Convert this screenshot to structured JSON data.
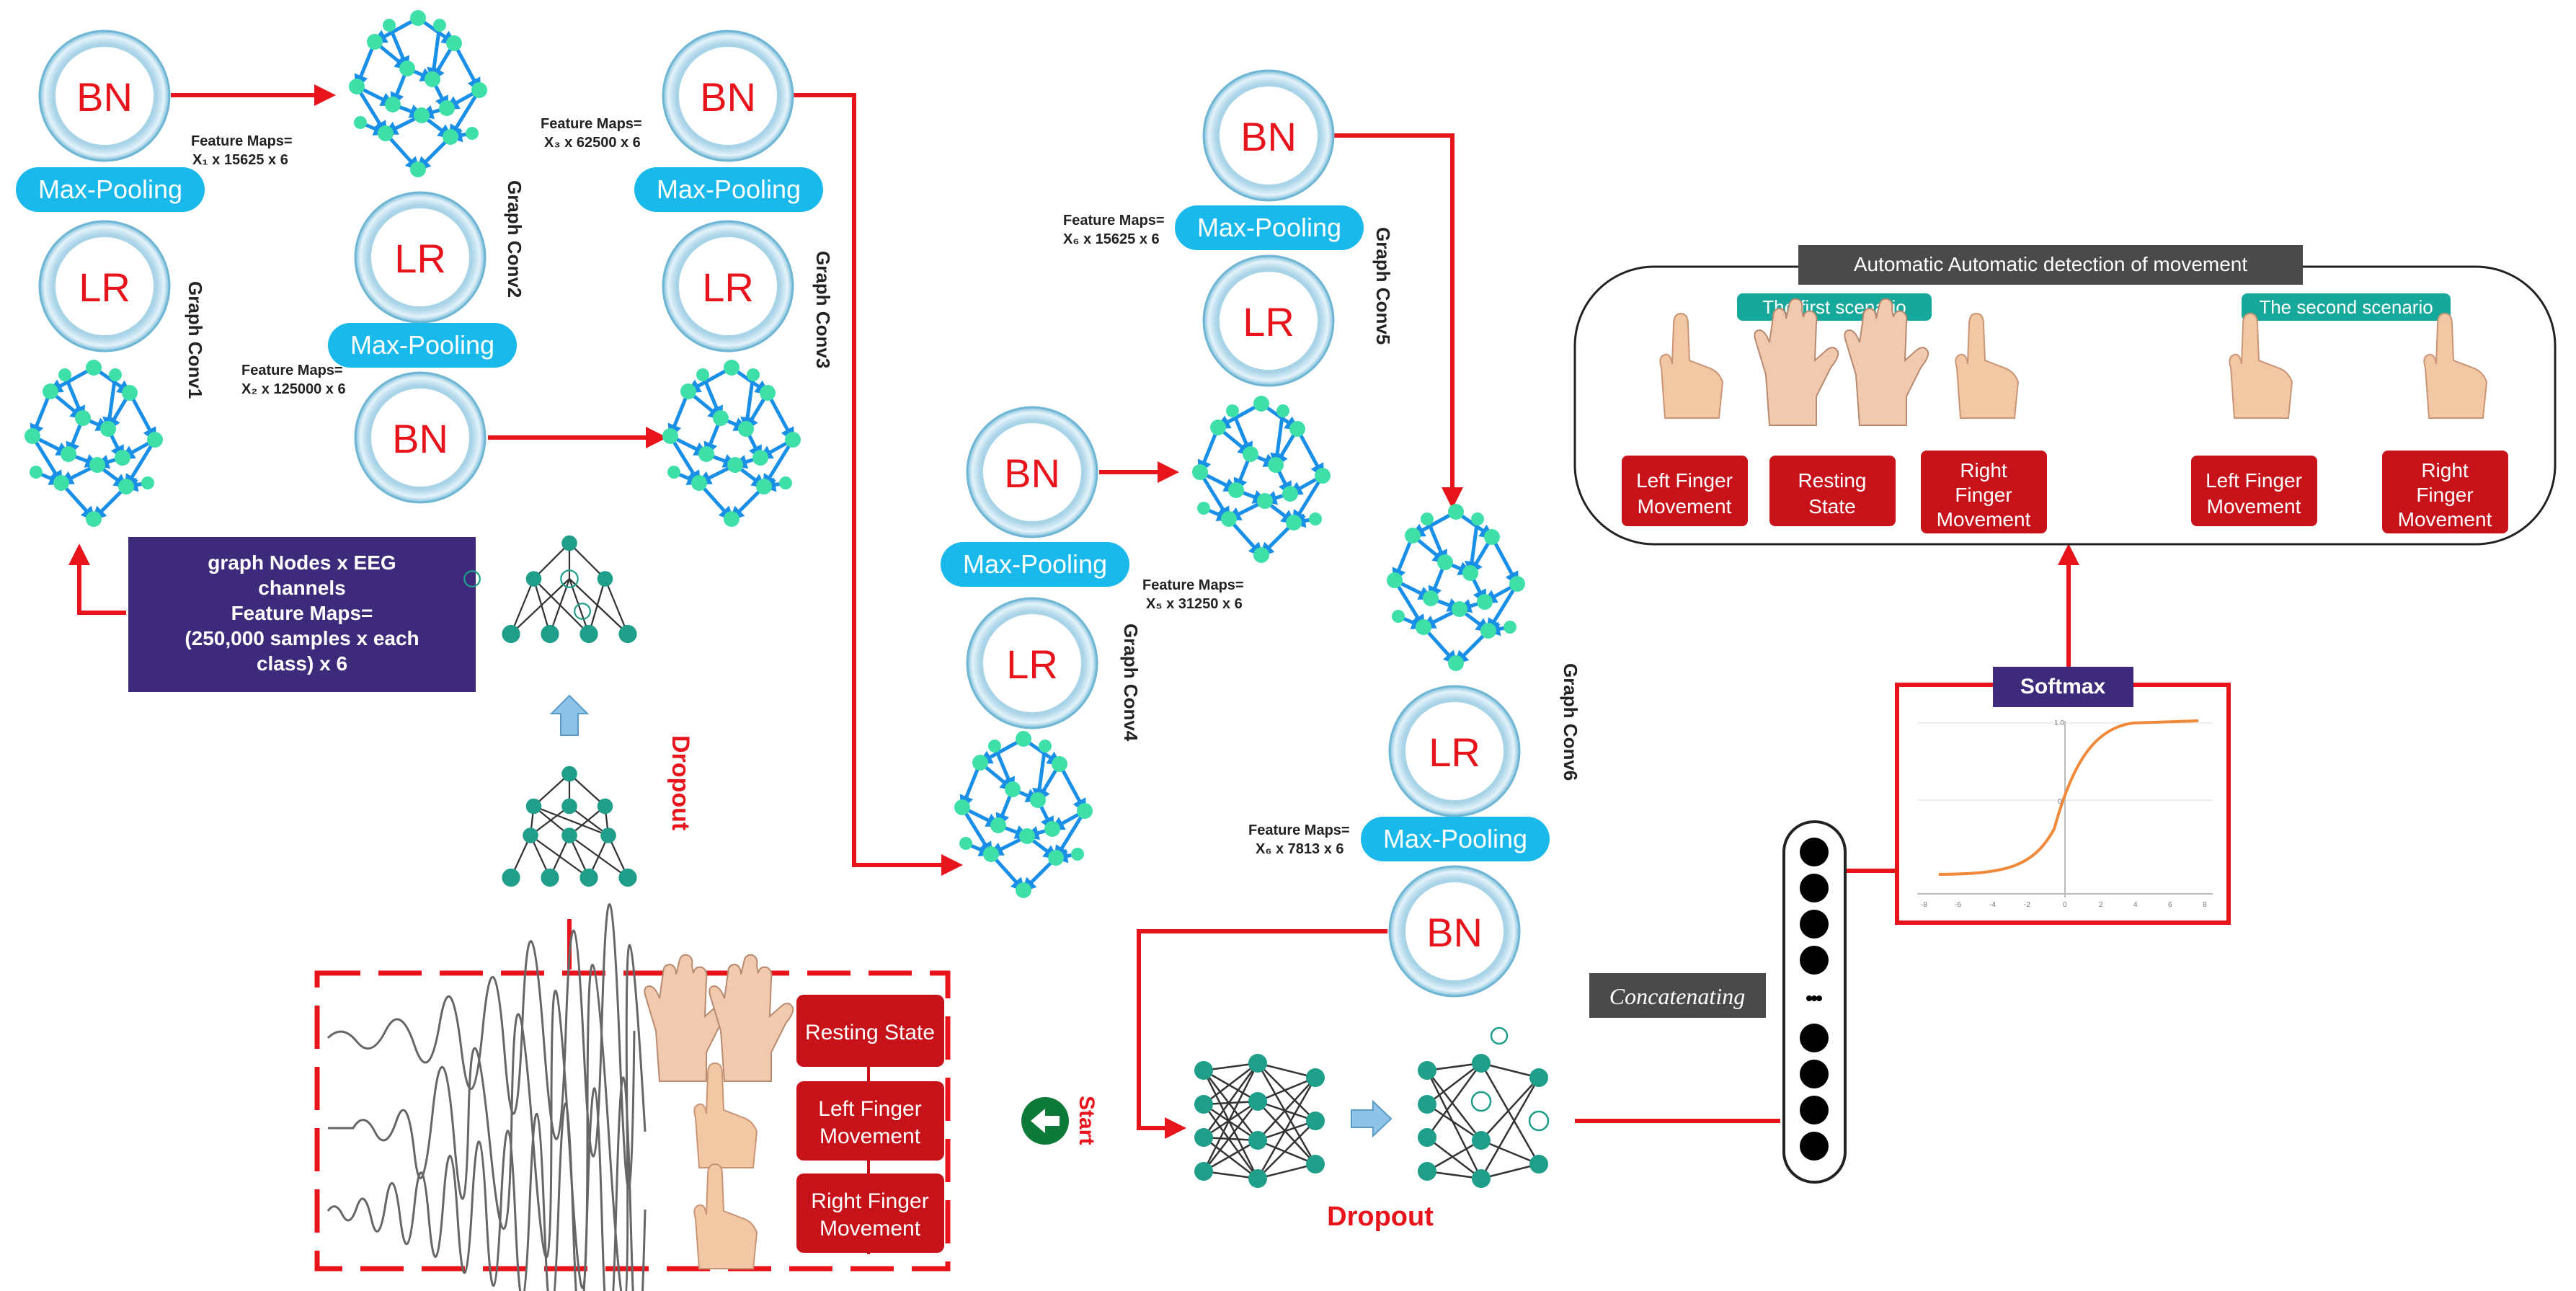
{
  "labels": {
    "bn": "BN",
    "lr": "LR",
    "max_pooling": "Max-Pooling",
    "graph_conv1": "Graph Conv1",
    "graph_conv2": "Graph Conv2",
    "graph_conv3": "Graph Conv3",
    "graph_conv4": "Graph Conv4",
    "graph_conv5": "Graph Conv5",
    "graph_conv6": "Graph Conv6",
    "dropout": "Dropout",
    "start": "Start",
    "concatenating": "Concatenating",
    "softmax": "Softmax"
  },
  "feature_maps": {
    "title": "Feature Maps=",
    "fm1": "X₁ x 15625 x 6",
    "fm2": "X₂ x 125000 x 6",
    "fm3": "X₃ x 62500 x 6",
    "fm5": "X₅ x 31250 x 6",
    "fm6a": "X₆ x 15625 x 6",
    "fm6b": "X₆ x 7813 x 6"
  },
  "input_box": {
    "line1": "graph Nodes x EEG",
    "line2": "channels",
    "line3": "Feature Maps=",
    "line4": "(250,000 samples x each",
    "line5": "class) x 6"
  },
  "classes": {
    "resting_state": "Resting State",
    "left_l1": "Left Finger",
    "left_l2": "Movement",
    "right_l1": "Right Finger",
    "right_l2": "Movement"
  },
  "detection": {
    "title": "Automatic Automatic detection of movement",
    "scenario1": "The first scenario",
    "scenario2": "The second scenario",
    "left_l1": "Left Finger",
    "left_l2": "Movement",
    "rest_l1": "Resting",
    "rest_l2": "State",
    "right_l1": "Right",
    "right_l2": "Finger",
    "right_l3": "Movement"
  },
  "sigmoid_ticks": {
    "y_top": "1.0",
    "y_mid": "0",
    "x": [
      "-8",
      "-6",
      "-4",
      "-2",
      "0",
      "2",
      "4",
      "6",
      "8"
    ]
  },
  "colors": {
    "arrow_red": "#e8141b",
    "bn_red": "#e8141b",
    "cyan": "#1ab9ec",
    "ring_dark": "#6fb6d4",
    "ring_light": "#d9eef7",
    "node_green": "#3fe0a8",
    "edge_blue": "#1a8fe8",
    "class_red": "#c8121a",
    "purple": "#3d2a7a",
    "teal": "#16a89a",
    "dark_gray": "#4a4a4a",
    "dnn_teal": "#1f9e8a"
  }
}
